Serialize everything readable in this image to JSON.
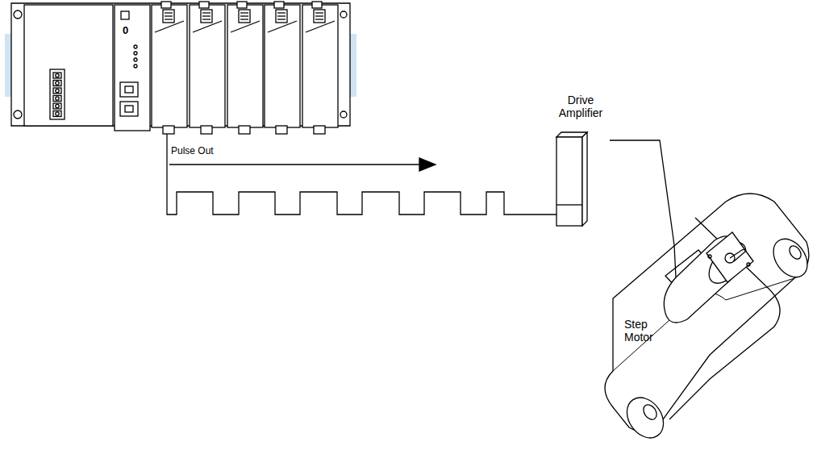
{
  "diagram": {
    "nodes": [
      {
        "text": [
          "Drive Amplifier"
        ]
      },
      {
        "text": [
          "Step Motor"
        ]
      }
    ],
    "edges": [
      {
        "from": 0,
        "to": 1,
        "arrow": "none"
      }
    ],
    "labels": [
      "0",
      "Pulse Out"
    ]
  }
}
